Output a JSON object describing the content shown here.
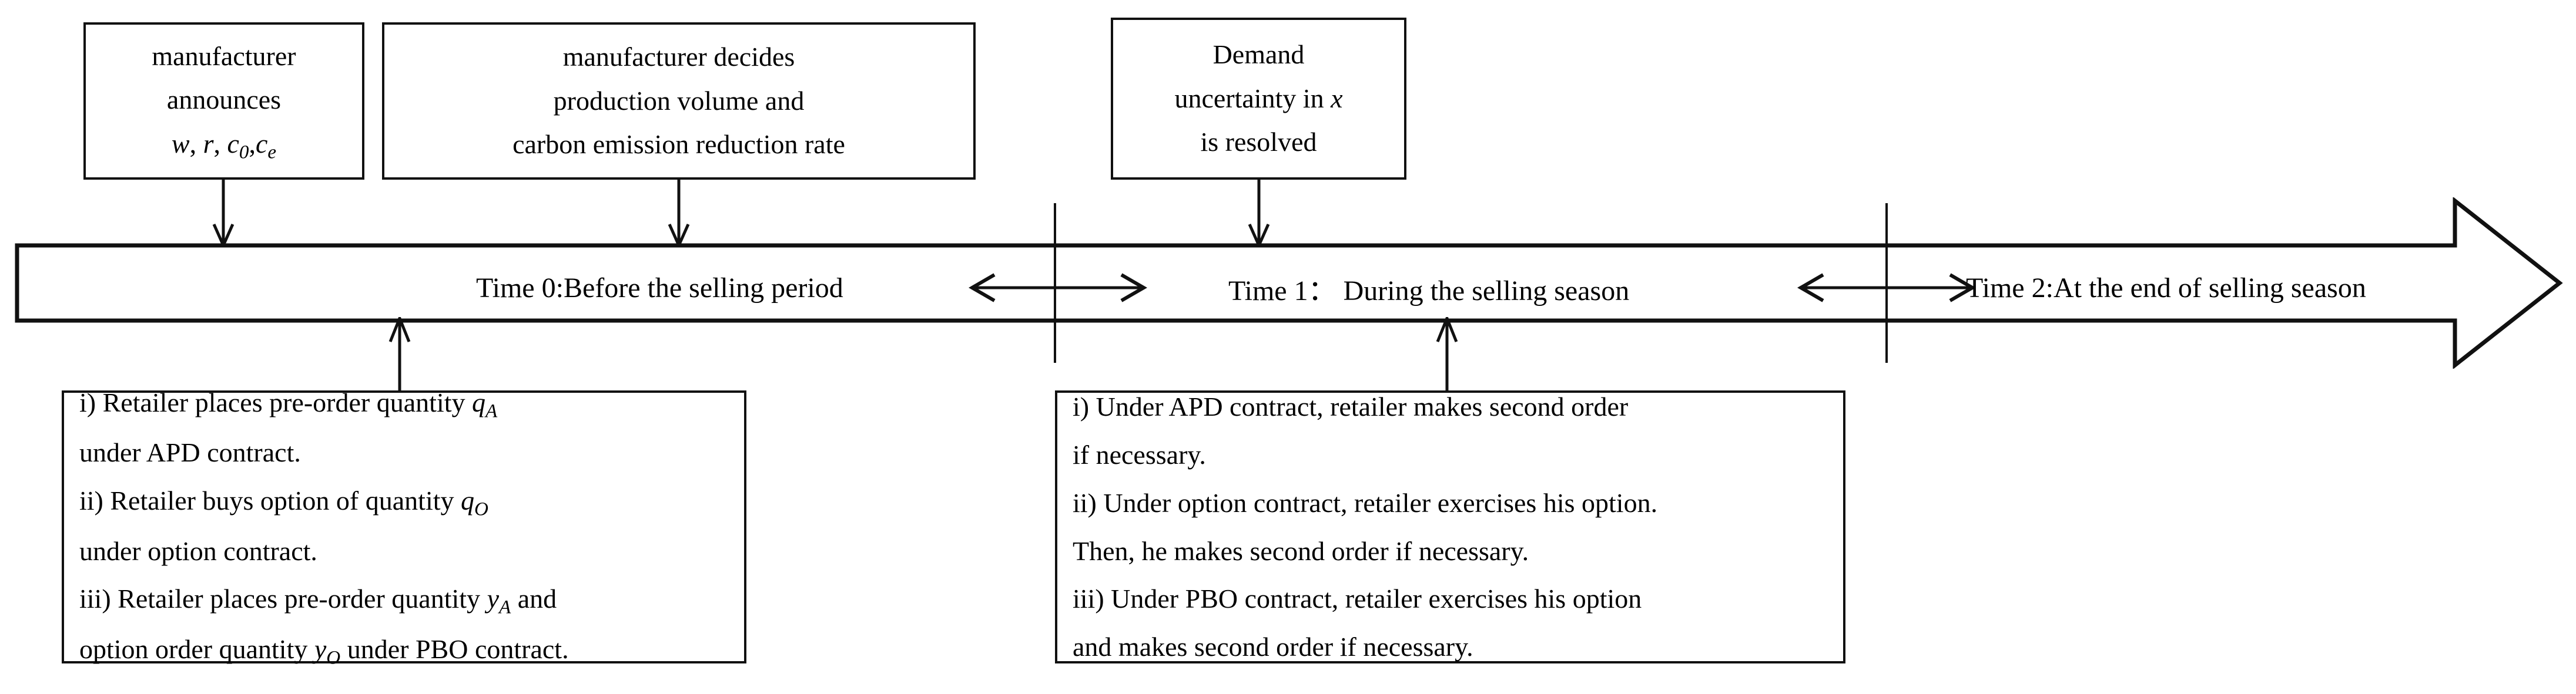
{
  "diagram": {
    "title": "Sequence of events timeline",
    "colors": {
      "stroke": "#111111",
      "background": "#ffffff",
      "text": "#000000"
    }
  },
  "top_events": {
    "announce": {
      "line1": "manufacturer",
      "line2": "announces",
      "line3_prefix": "w",
      "line3_comma1": ", ",
      "line3_r": "r",
      "line3_comma2": ", ",
      "line3_c0": "c",
      "line3_c0_sub": "0",
      "line3_comma3": ",",
      "line3_ce": "c",
      "line3_ce_sub": "e"
    },
    "production": {
      "line1": "manufacturer decides",
      "line2": "production volume and",
      "line3": "carbon emission reduction rate"
    },
    "demand": {
      "line1": "Demand",
      "line2_prefix": "uncertainty in ",
      "line2_var": "x",
      "line3": "is resolved"
    }
  },
  "timeline": {
    "time0_label": "Time 0:Before the selling  period",
    "time1_label": "Time 1：  During the selling season",
    "time2_label": "Time 2:At the end of selling season"
  },
  "bottom_details": {
    "time0": {
      "items": [
        {
          "text_before": "i) Retailer places pre-order quantity ",
          "var": "q",
          "var_sub": "A",
          "text_after": ""
        },
        {
          "text_before": "under APD contract.",
          "var": "",
          "var_sub": "",
          "text_after": ""
        },
        {
          "text_before": "ii) Retailer buys option of quantity ",
          "var": "q",
          "var_sub": "O",
          "text_after": ""
        },
        {
          "text_before": "under option contract.",
          "var": "",
          "var_sub": "",
          "text_after": ""
        },
        {
          "text_before": "iii) Retailer places pre-order quantity ",
          "var": "y",
          "var_sub": "A",
          "text_after": "  and"
        },
        {
          "text_before": "option order quantity ",
          "var": "y",
          "var_sub": "O",
          "text_after": " under PBO contract."
        }
      ]
    },
    "time1": {
      "lines": [
        "i) Under APD contract, retailer makes  second order",
        "if necessary.",
        "ii) Under option contract, retailer exercises his option.",
        "Then, he makes second order if necessary.",
        "iii) Under PBO contract, retailer exercises his option",
        "and makes second order if necessary."
      ]
    }
  }
}
